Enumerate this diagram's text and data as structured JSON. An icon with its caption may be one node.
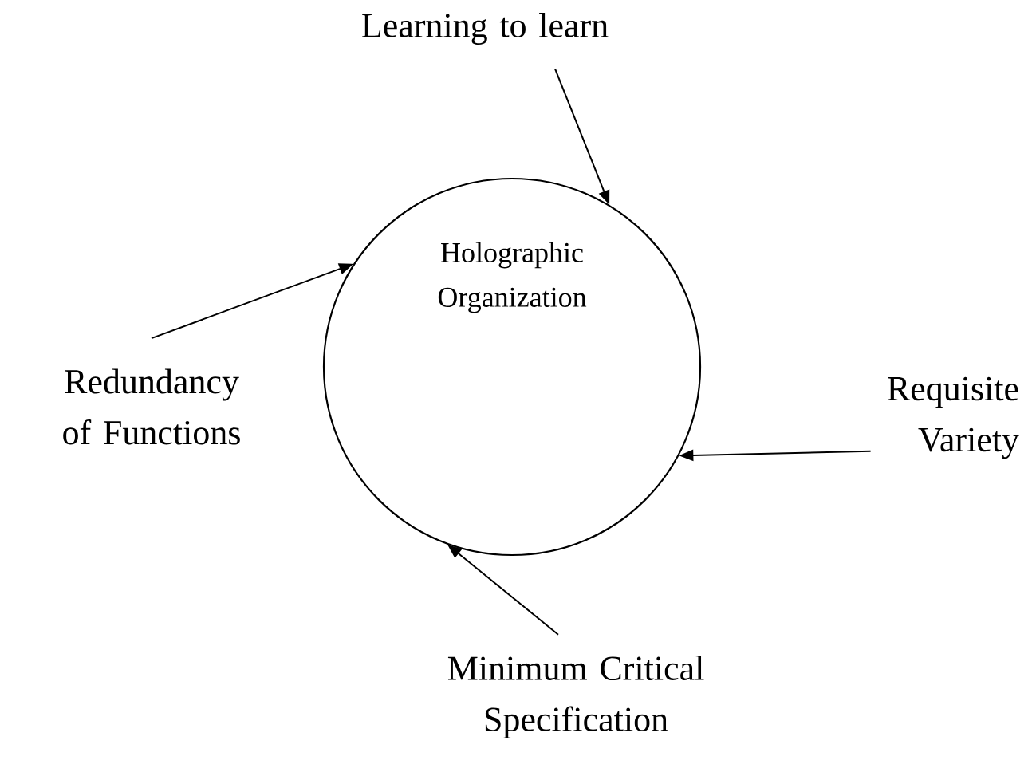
{
  "diagram": {
    "nodes": [
      {
        "text": [
          "Holographic Organization"
        ]
      },
      {
        "text": [
          "Learning to learn"
        ]
      },
      {
        "text": [
          "Requisite Variety"
        ]
      },
      {
        "text": [
          "Minimum Critical Specification"
        ]
      },
      {
        "text": [
          "Redundancy of Functions"
        ]
      }
    ],
    "edges": [
      {
        "from": 1,
        "to": 0,
        "arrow": "to"
      },
      {
        "from": 2,
        "to": 0,
        "arrow": "to"
      },
      {
        "from": 3,
        "to": 0,
        "arrow": "to"
      },
      {
        "from": 4,
        "to": 0,
        "arrow": "to"
      }
    ]
  }
}
